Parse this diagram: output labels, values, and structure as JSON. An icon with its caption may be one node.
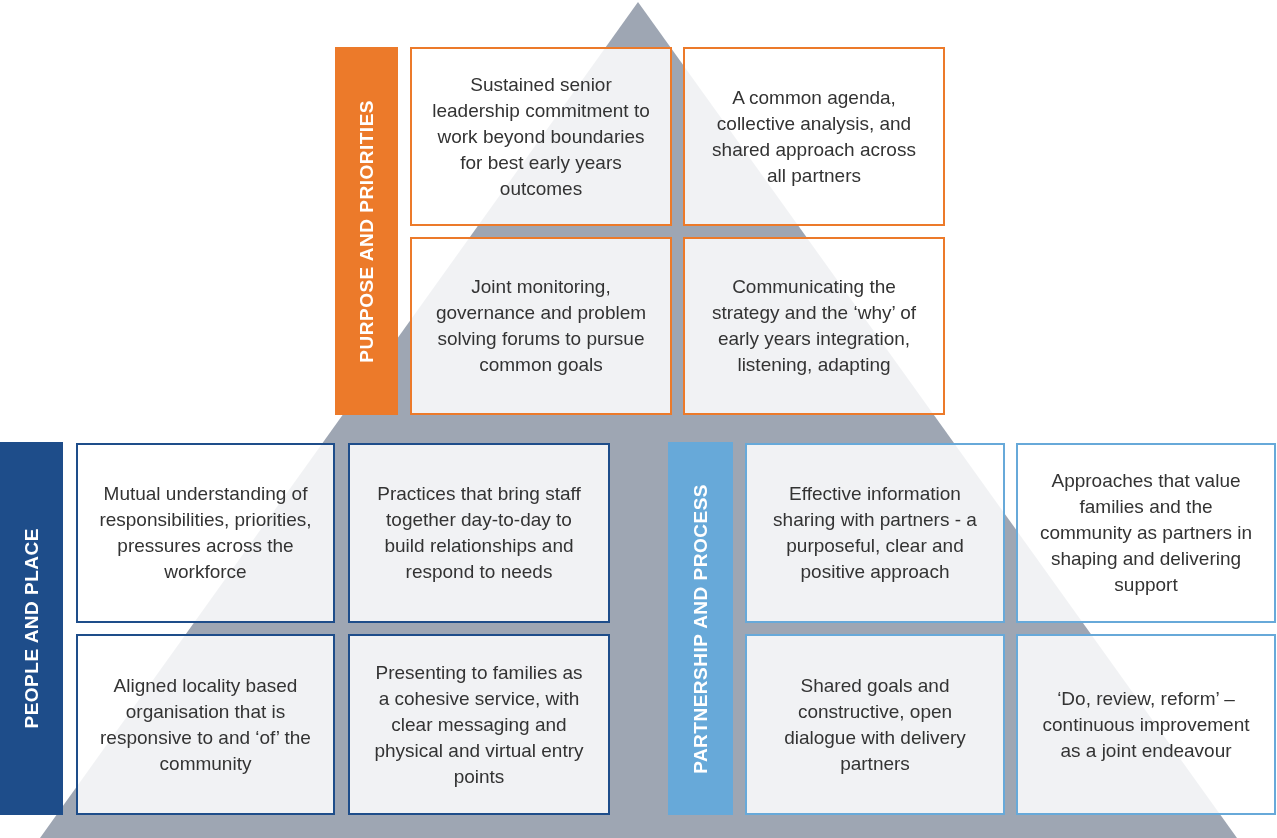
{
  "diagram": {
    "nodes": [
      {
        "text": [
          "PURPOSE AND PRIORITIES"
        ]
      },
      {
        "text": [
          "Sustained senior leadership commitment to work beyond boundaries for best early years outcomes"
        ]
      },
      {
        "text": [
          "A common agenda, collective analysis, and shared approach across all partners"
        ]
      },
      {
        "text": [
          "Joint monitoring, governance and problem solving forums to pursue common goals"
        ]
      },
      {
        "text": [
          "Communicating the strategy and the ‘why’ of early years integration, listening, adapting"
        ]
      },
      {
        "text": [
          "PEOPLE AND PLACE"
        ]
      },
      {
        "text": [
          "Mutual understanding of responsibilities, priorities, pressures across the workforce"
        ]
      },
      {
        "text": [
          "Practices that bring staff together day-to-day to build relationships and respond to needs"
        ]
      },
      {
        "text": [
          "Aligned locality based organisation that is responsive to and ‘of’ the community"
        ]
      },
      {
        "text": [
          "Presenting to families as a cohesive service, with clear messaging and physical and virtual entry points"
        ]
      },
      {
        "text": [
          "PARTNERSHIP AND PROCESS"
        ]
      },
      {
        "text": [
          "Effective information sharing with partners - a purposeful, clear and positive approach"
        ]
      },
      {
        "text": [
          "Approaches that value families and the community as partners in shaping and delivering support"
        ]
      },
      {
        "text": [
          "Shared goals and constructive, open dialogue with delivery partners"
        ]
      },
      {
        "text": [
          "‘Do, review, reform’ – continuous improvement as a joint endeavour"
        ]
      }
    ],
    "edges": []
  }
}
